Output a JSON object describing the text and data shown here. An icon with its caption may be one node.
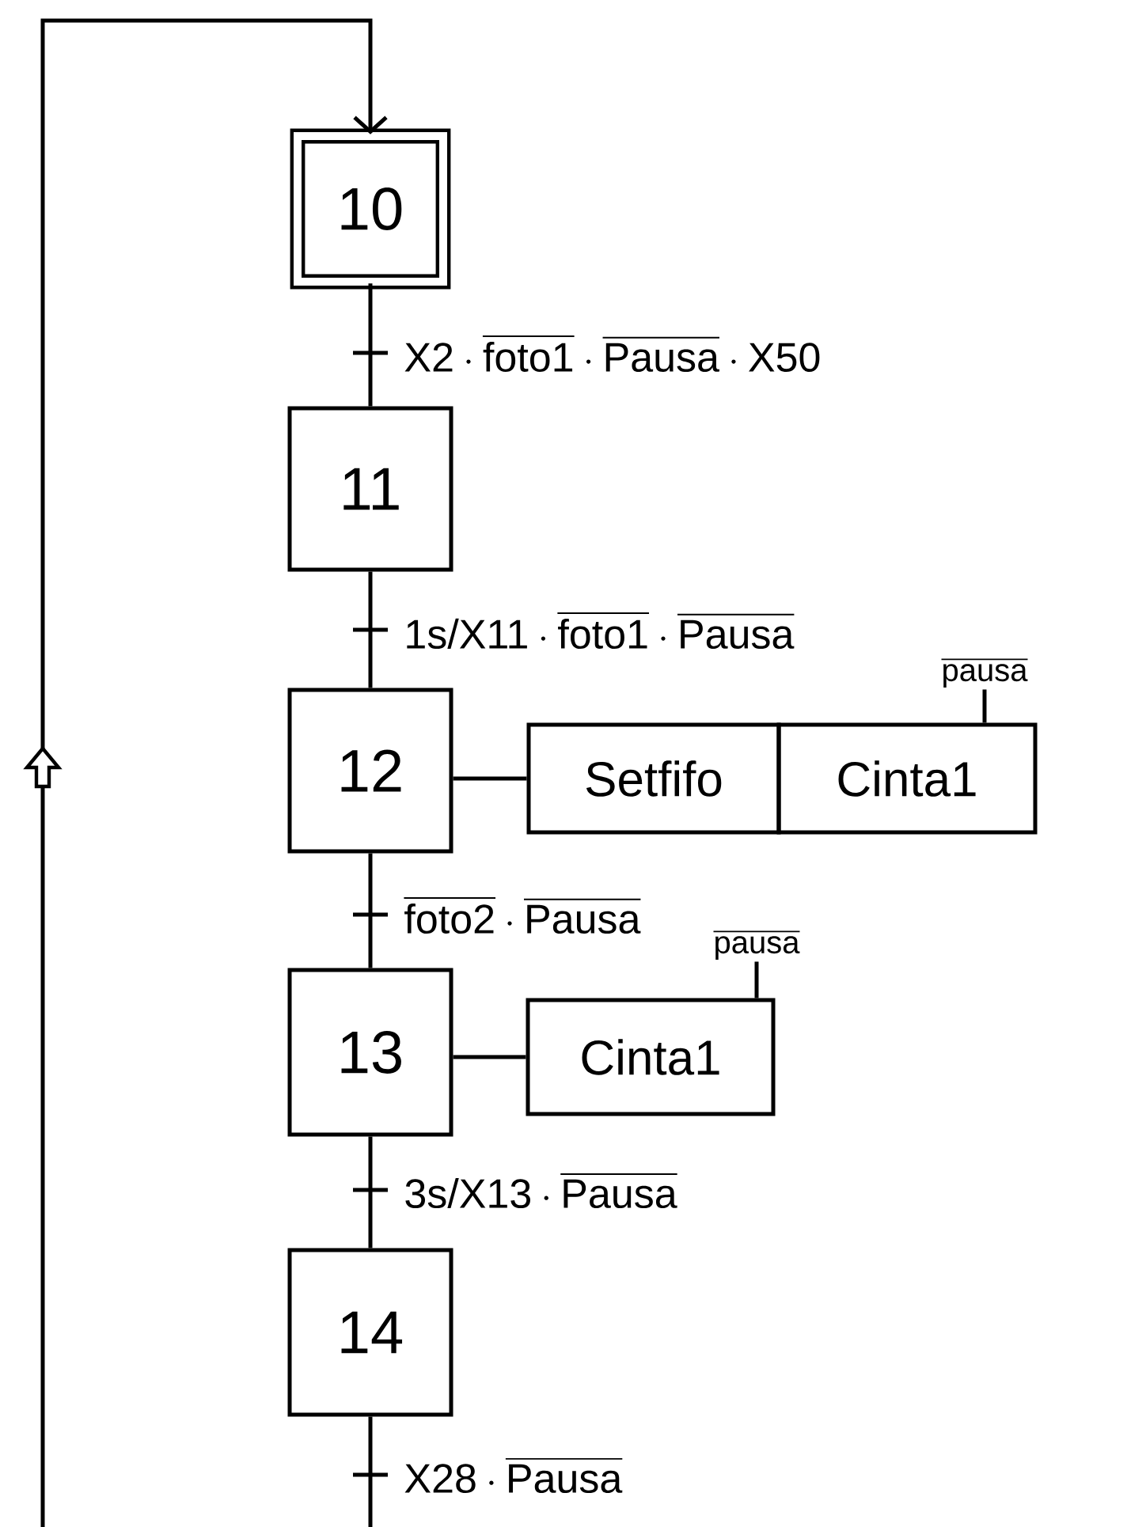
{
  "diagram": {
    "nodes": [
      {
        "text": [
          "10"
        ]
      },
      {
        "text": [
          "11"
        ]
      },
      {
        "text": [
          "12"
        ]
      },
      {
        "text": [
          "Setfifo"
        ]
      },
      {
        "text": [
          "Cinta1"
        ]
      },
      {
        "text": [
          "\\overline{\\text{pausa}}"
        ]
      },
      {
        "text": [
          "13"
        ]
      },
      {
        "text": [
          "Cinta1"
        ]
      },
      {
        "text": [
          "\\overline{\\text{pausa}}"
        ]
      },
      {
        "text": [
          "14"
        ]
      }
    ],
    "edges": [
      {
        "from": 0,
        "to": 1,
        "arrow": "none",
        "label": "\\text{X2}\\cdot\\overline{\\text{foto1}}\\cdot\\overline{\\text{Pausa}}\\cdot\\text{X50}"
      },
      {
        "from": 1,
        "to": 2,
        "arrow": "none",
        "label": "\\text{1s/X11}\\cdot\\overline{\\text{foto1}}\\cdot\\overline{\\text{Pausa}}"
      },
      {
        "from": 2,
        "to": 3,
        "arrow": "none"
      },
      {
        "from": 5,
        "to": 4,
        "arrow": "none"
      },
      {
        "from": 2,
        "to": 6,
        "arrow": "none",
        "label": "\\overline{\\text{foto2}}\\cdot\\overline{\\text{Pausa}}"
      },
      {
        "from": 6,
        "to": 7,
        "arrow": "none"
      },
      {
        "from": 8,
        "to": 7,
        "arrow": "none"
      },
      {
        "from": 6,
        "to": 9,
        "arrow": "none",
        "label": "\\text{3s/X13}\\cdot\\overline{\\text{Pausa}}"
      },
      {
        "from": 9,
        "to": 0,
        "arrow": "to",
        "label": "\\text{X28}\\cdot\\overline{\\text{Pausa}}"
      }
    ]
  }
}
